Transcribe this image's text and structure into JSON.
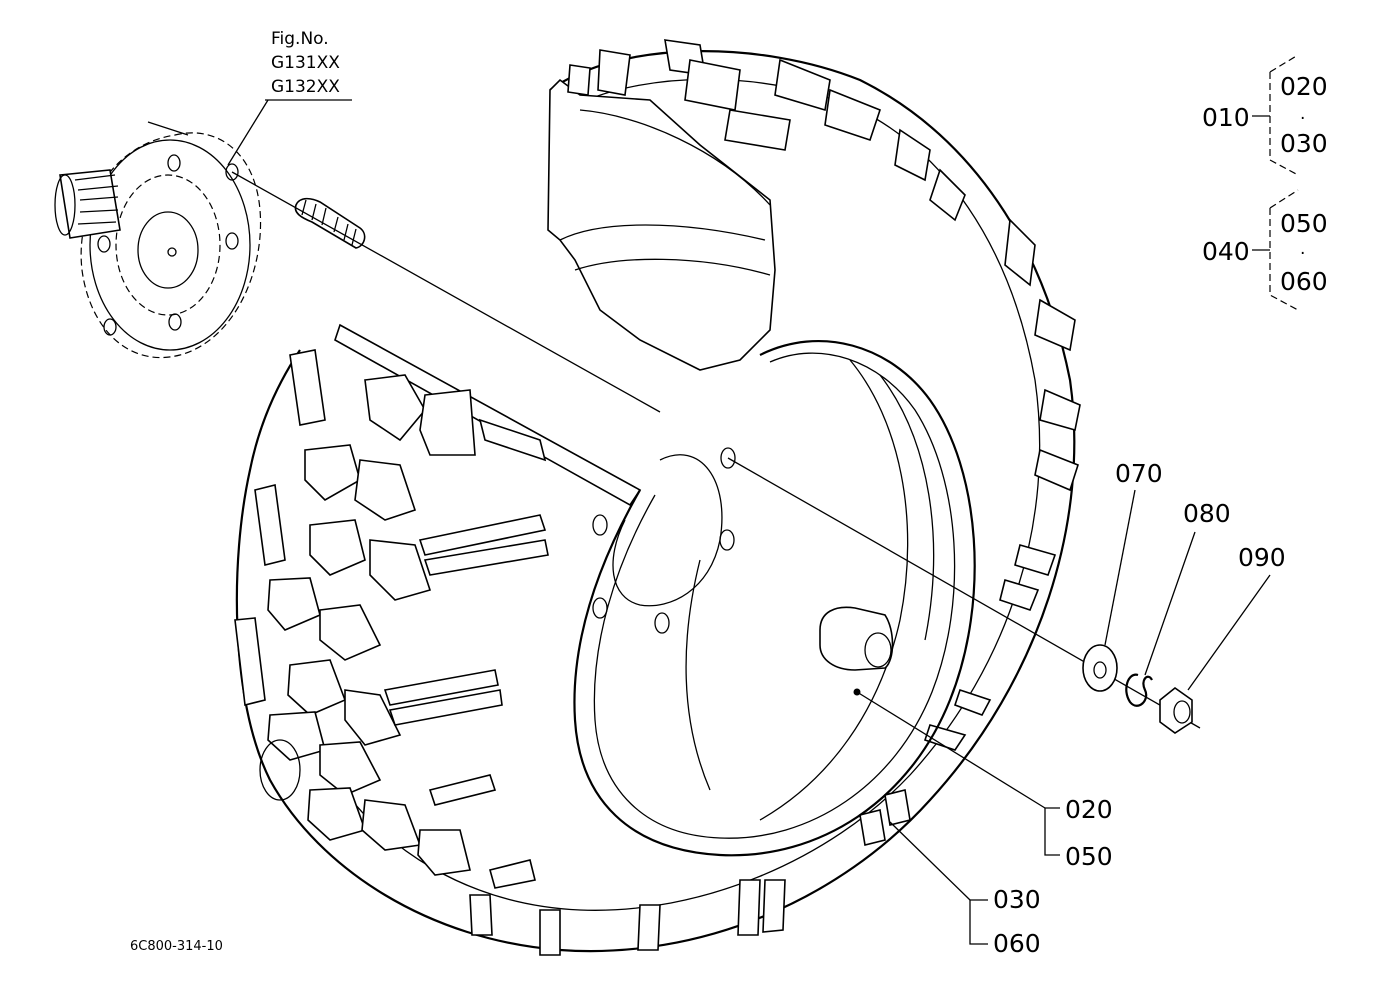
{
  "figure": {
    "fig_no_label": "Fig.No.",
    "fig_numbers": [
      "G131XX",
      "G132XX"
    ],
    "drawing_number": "6C800-314-10"
  },
  "groups": [
    {
      "parent": "010",
      "children": [
        "020",
        "030"
      ],
      "separator": "·"
    },
    {
      "parent": "040",
      "children": [
        "050",
        "060"
      ],
      "separator": "·"
    }
  ],
  "callouts": {
    "washer": "070",
    "spring_washer": "080",
    "nut": "090",
    "rim_pair": [
      "020",
      "050"
    ],
    "tire_pair": [
      "030",
      "060"
    ]
  }
}
